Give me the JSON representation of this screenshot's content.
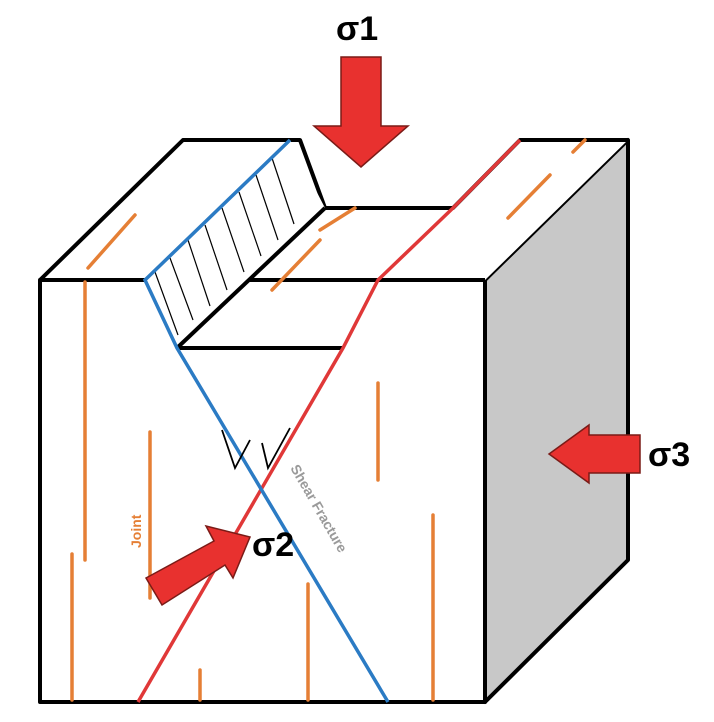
{
  "labels": {
    "sigma1": "σ1",
    "sigma2": "σ2",
    "sigma3": "σ3",
    "joint": "Joint",
    "shear_fracture": "Shear Fracture"
  },
  "colors": {
    "outline": "#000000",
    "side_face": "#c8c8c8",
    "arrow": "#e8312f",
    "arrow_edge": "#7a1b17",
    "joint": "#e57f35",
    "fault_red": "#e03838",
    "fault_blue": "#2b7bc4",
    "shear_label": "#9a9a9a"
  }
}
